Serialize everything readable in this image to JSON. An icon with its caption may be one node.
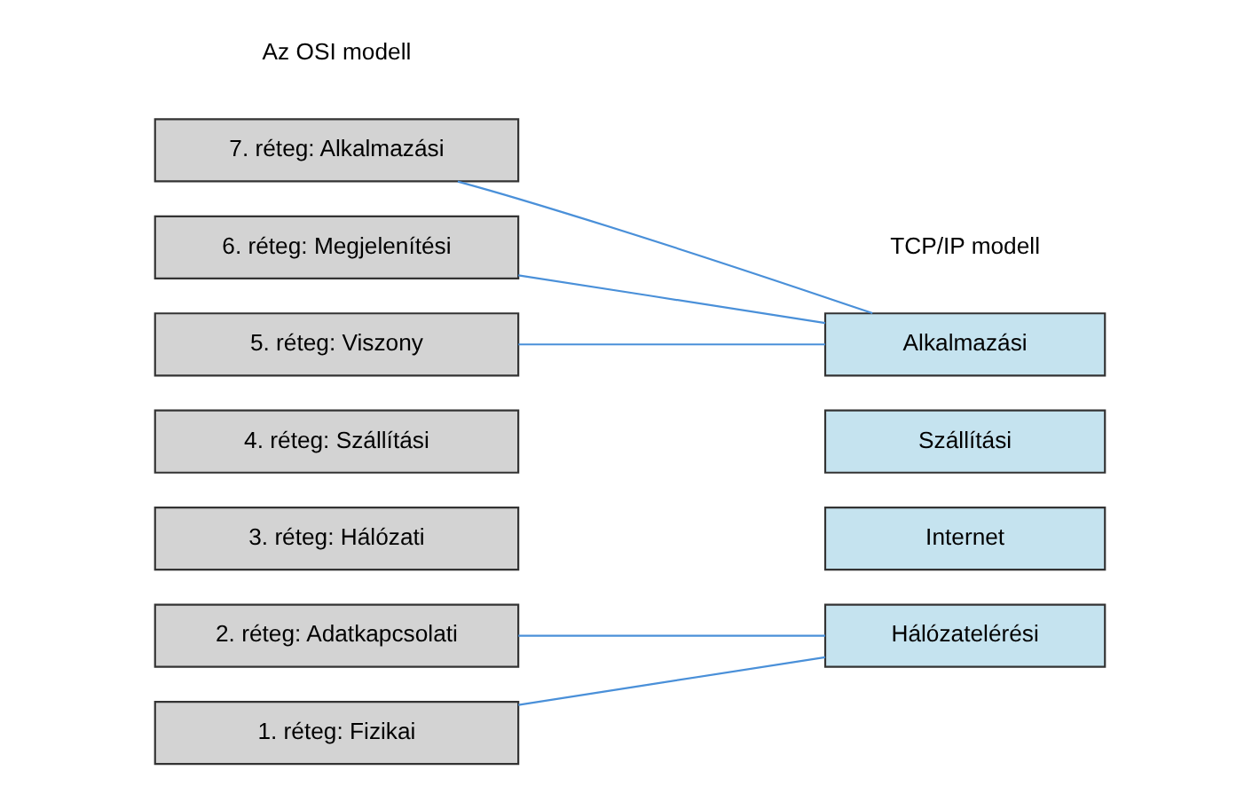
{
  "diagram": {
    "nodes": [
      {
        "text": [
          "7. réteg: Alkalmazási"
        ]
      },
      {
        "text": [
          "6. réteg: Megjelenítési"
        ]
      },
      {
        "text": [
          "5. réteg: Viszony"
        ]
      },
      {
        "text": [
          "4. réteg: Szállítási"
        ]
      },
      {
        "text": [
          "3. réteg: Hálózati"
        ]
      },
      {
        "text": [
          "2. réteg: Adatkapcsolati"
        ]
      },
      {
        "text": [
          "1. réteg: Fizikai"
        ]
      },
      {
        "text": [
          "Alkalmazási"
        ]
      },
      {
        "text": [
          "Szállítási"
        ]
      },
      {
        "text": [
          "Internet"
        ]
      },
      {
        "text": [
          "Hálózatelérési"
        ]
      }
    ],
    "edges": [
      {
        "from": 0,
        "to": 7,
        "arrow": "none"
      },
      {
        "from": 1,
        "to": 7,
        "arrow": "none"
      },
      {
        "from": 2,
        "to": 7,
        "arrow": "none"
      },
      {
        "from": 5,
        "to": 10,
        "arrow": "none"
      },
      {
        "from": 6,
        "to": 10,
        "arrow": "none"
      }
    ],
    "labels": [
      "Az OSI modell",
      "TCP/IP modell"
    ]
  }
}
